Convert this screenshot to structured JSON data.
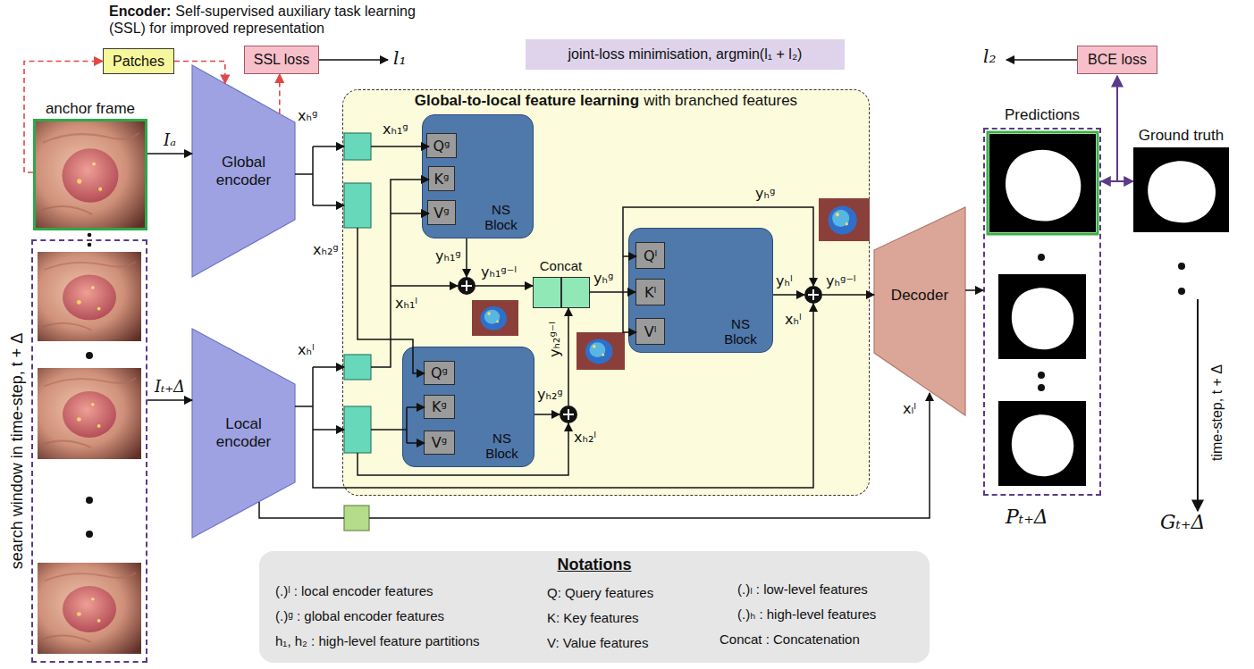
{
  "diagram": {
    "nodes": [
      {
        "text": [
          "Patches"
        ]
      },
      {
        "text": [
          "SSL loss"
        ]
      },
      {
        "text": [
          "joint-loss minimisation, argmin(l₁ + l₂)"
        ]
      },
      {
        "text": [
          "BCE loss"
        ]
      },
      {
        "text": [
          "anchor frame"
        ]
      },
      {
        "text": [
          "Global encoder"
        ]
      },
      {
        "text": [
          "Global-to-local feature learning",
          "with branched features"
        ]
      },
      {
        "text": [
          "NS Block"
        ],
        "in": 6
      },
      {
        "text": [
          "Qᵍ"
        ],
        "in": 7
      },
      {
        "text": [
          "Kᵍ"
        ],
        "in": 7
      },
      {
        "text": [
          "Vᵍ"
        ],
        "in": 7
      },
      {
        "text": [
          "Concat"
        ],
        "in": 6
      },
      {
        "text": [
          "NS Block"
        ],
        "in": 6
      },
      {
        "text": [
          "Qˡ"
        ],
        "in": 12
      },
      {
        "text": [
          "Kˡ"
        ],
        "in": 12
      },
      {
        "text": [
          "Vˡ"
        ],
        "in": 12
      },
      {
        "text": [
          "NS Block"
        ],
        "in": 6
      },
      {
        "text": [
          "Qᵍ"
        ],
        "in": 16
      },
      {
        "text": [
          "Kᵍ"
        ],
        "in": 16
      },
      {
        "text": [
          "Vᵍ"
        ],
        "in": 16
      },
      {
        "text": [
          "Decoder"
        ]
      },
      {
        "text": [
          "Predictions"
        ]
      },
      {
        "text": [
          "Ground truth"
        ]
      },
      {
        "text": [
          "search window in time-step, t + Δ"
        ]
      },
      {
        "text": [
          "Local encoder"
        ]
      },
      {
        "text": [
          "Notations",
          "(.)ˡ : local encoder features",
          "(.)ᵍ : global encoder features",
          "h₁, h₂ : high-level feature partitions",
          "Q: Query features",
          "K: Key features",
          "V: Value features",
          "(.)ₗ : low-level features",
          "(.)ₕ : high-level features",
          "Concat : Concatenation"
        ]
      }
    ],
    "edges": [
      {
        "from": 4,
        "to": 0,
        "arrow": "to"
      },
      {
        "from": 0,
        "to": 5,
        "arrow": "to"
      },
      {
        "from": 5,
        "to": 1,
        "arrow": "to"
      },
      {
        "from": 4,
        "to": 5,
        "label": "Iₐ",
        "arrow": "to"
      },
      {
        "from": 23,
        "to": 24,
        "label": "Iₜ₊Δ",
        "arrow": "to"
      },
      {
        "from": 11,
        "to": 14,
        "label": "yₕᵍ",
        "arrow": "to"
      },
      {
        "from": 20,
        "to": 21,
        "arrow": "to"
      },
      {
        "from": 21,
        "to": 22,
        "arrow": "both"
      }
    ],
    "labels": [
      "Encoder:",
      "Self-supervised auxiliary task learning (SSL) for improved representation",
      "l₁",
      "l₂",
      "xₕᵍ",
      "xₕ₁ᵍ",
      "xₕ₂ᵍ",
      "yₕ₁ᵍ",
      "yₕ₁ᵍ⁻ˡ",
      "xₕ₁ˡ",
      "yₕ₂ᵍ",
      "yₕ₂ᵍ⁻ˡ",
      "xₕ₂ˡ",
      "yₕᵍ",
      "yₕˡ",
      "yₕᵍ⁻ˡ",
      "xₕˡ",
      "xₕˡ",
      "xₗˡ",
      "Pₜ₊Δ",
      "Gₜ₊Δ",
      "time-step, t + Δ"
    ]
  }
}
